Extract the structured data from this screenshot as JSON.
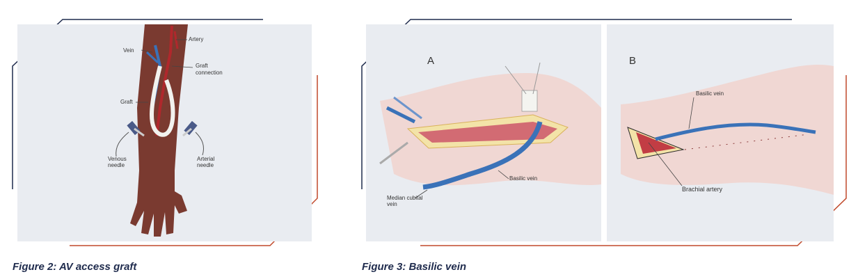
{
  "figure2": {
    "caption": "Figure 2: AV access graft",
    "labels": {
      "vein": "Vein",
      "artery": "Artery",
      "graft_connection_1": "Graft",
      "graft_connection_2": "connection",
      "graft": "Graft",
      "venous_needle_1": "Venous",
      "venous_needle_2": "needle",
      "arterial_needle_1": "Arterial",
      "arterial_needle_2": "needle"
    }
  },
  "figure3": {
    "caption": "Figure 3: Basilic vein",
    "panel_a": {
      "letter": "A",
      "basilic_vein": "Basilic vein",
      "median_cubital_1": "Median cubital",
      "median_cubital_2": "vein"
    },
    "panel_b": {
      "letter": "B",
      "basilic_vein": "Basilic vein",
      "brachial_artery": "Brachial artery"
    }
  },
  "colors": {
    "frame_navy": "#1f2b4d",
    "frame_red": "#c0492b",
    "panel_bg": "#e9ecf1",
    "vein_blue": "#3a72b8",
    "artery_red": "#b0282c",
    "skin": "#7a3a30"
  }
}
